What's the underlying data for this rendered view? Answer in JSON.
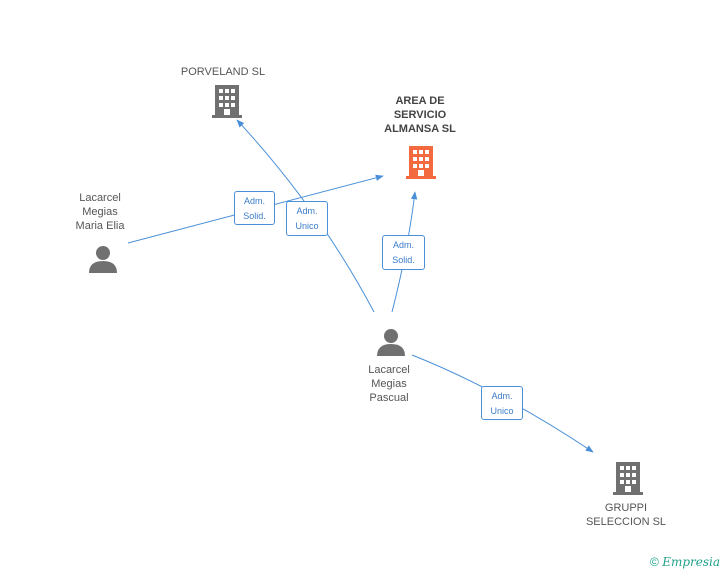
{
  "nodes": {
    "porveland": {
      "label": "PORVELAND SL",
      "type": "company",
      "icon": "building-icon"
    },
    "area_servicio": {
      "label": "AREA DE\nSERVICIO\nALMANSA SL",
      "type": "company",
      "highlight": true,
      "icon": "building-icon"
    },
    "maria_elia": {
      "label": "Lacarcel\nMegias\nMaria Elia",
      "type": "person",
      "icon": "person-icon"
    },
    "pascual": {
      "label": "Lacarcel\nMegias\nPascual",
      "type": "person",
      "icon": "person-icon"
    },
    "gruppi": {
      "label": "GRUPPI\nSELECCION SL",
      "type": "company",
      "icon": "building-icon"
    }
  },
  "edges": [
    {
      "from": "maria_elia",
      "to": "area_servicio",
      "label": "Adm.\nSolid."
    },
    {
      "from": "pascual",
      "to": "porveland",
      "label": "Adm.\nUnico"
    },
    {
      "from": "pascual",
      "to": "area_servicio",
      "label": "Adm.\nSolid."
    },
    {
      "from": "pascual",
      "to": "gruppi",
      "label": "Adm.\nUnico"
    }
  ],
  "colors": {
    "edge": "#4a90d9",
    "company": "#707070",
    "highlight": "#f26a3d",
    "person": "#707070"
  },
  "footer": {
    "copyright_symbol": "©",
    "brand": "Empresia"
  }
}
